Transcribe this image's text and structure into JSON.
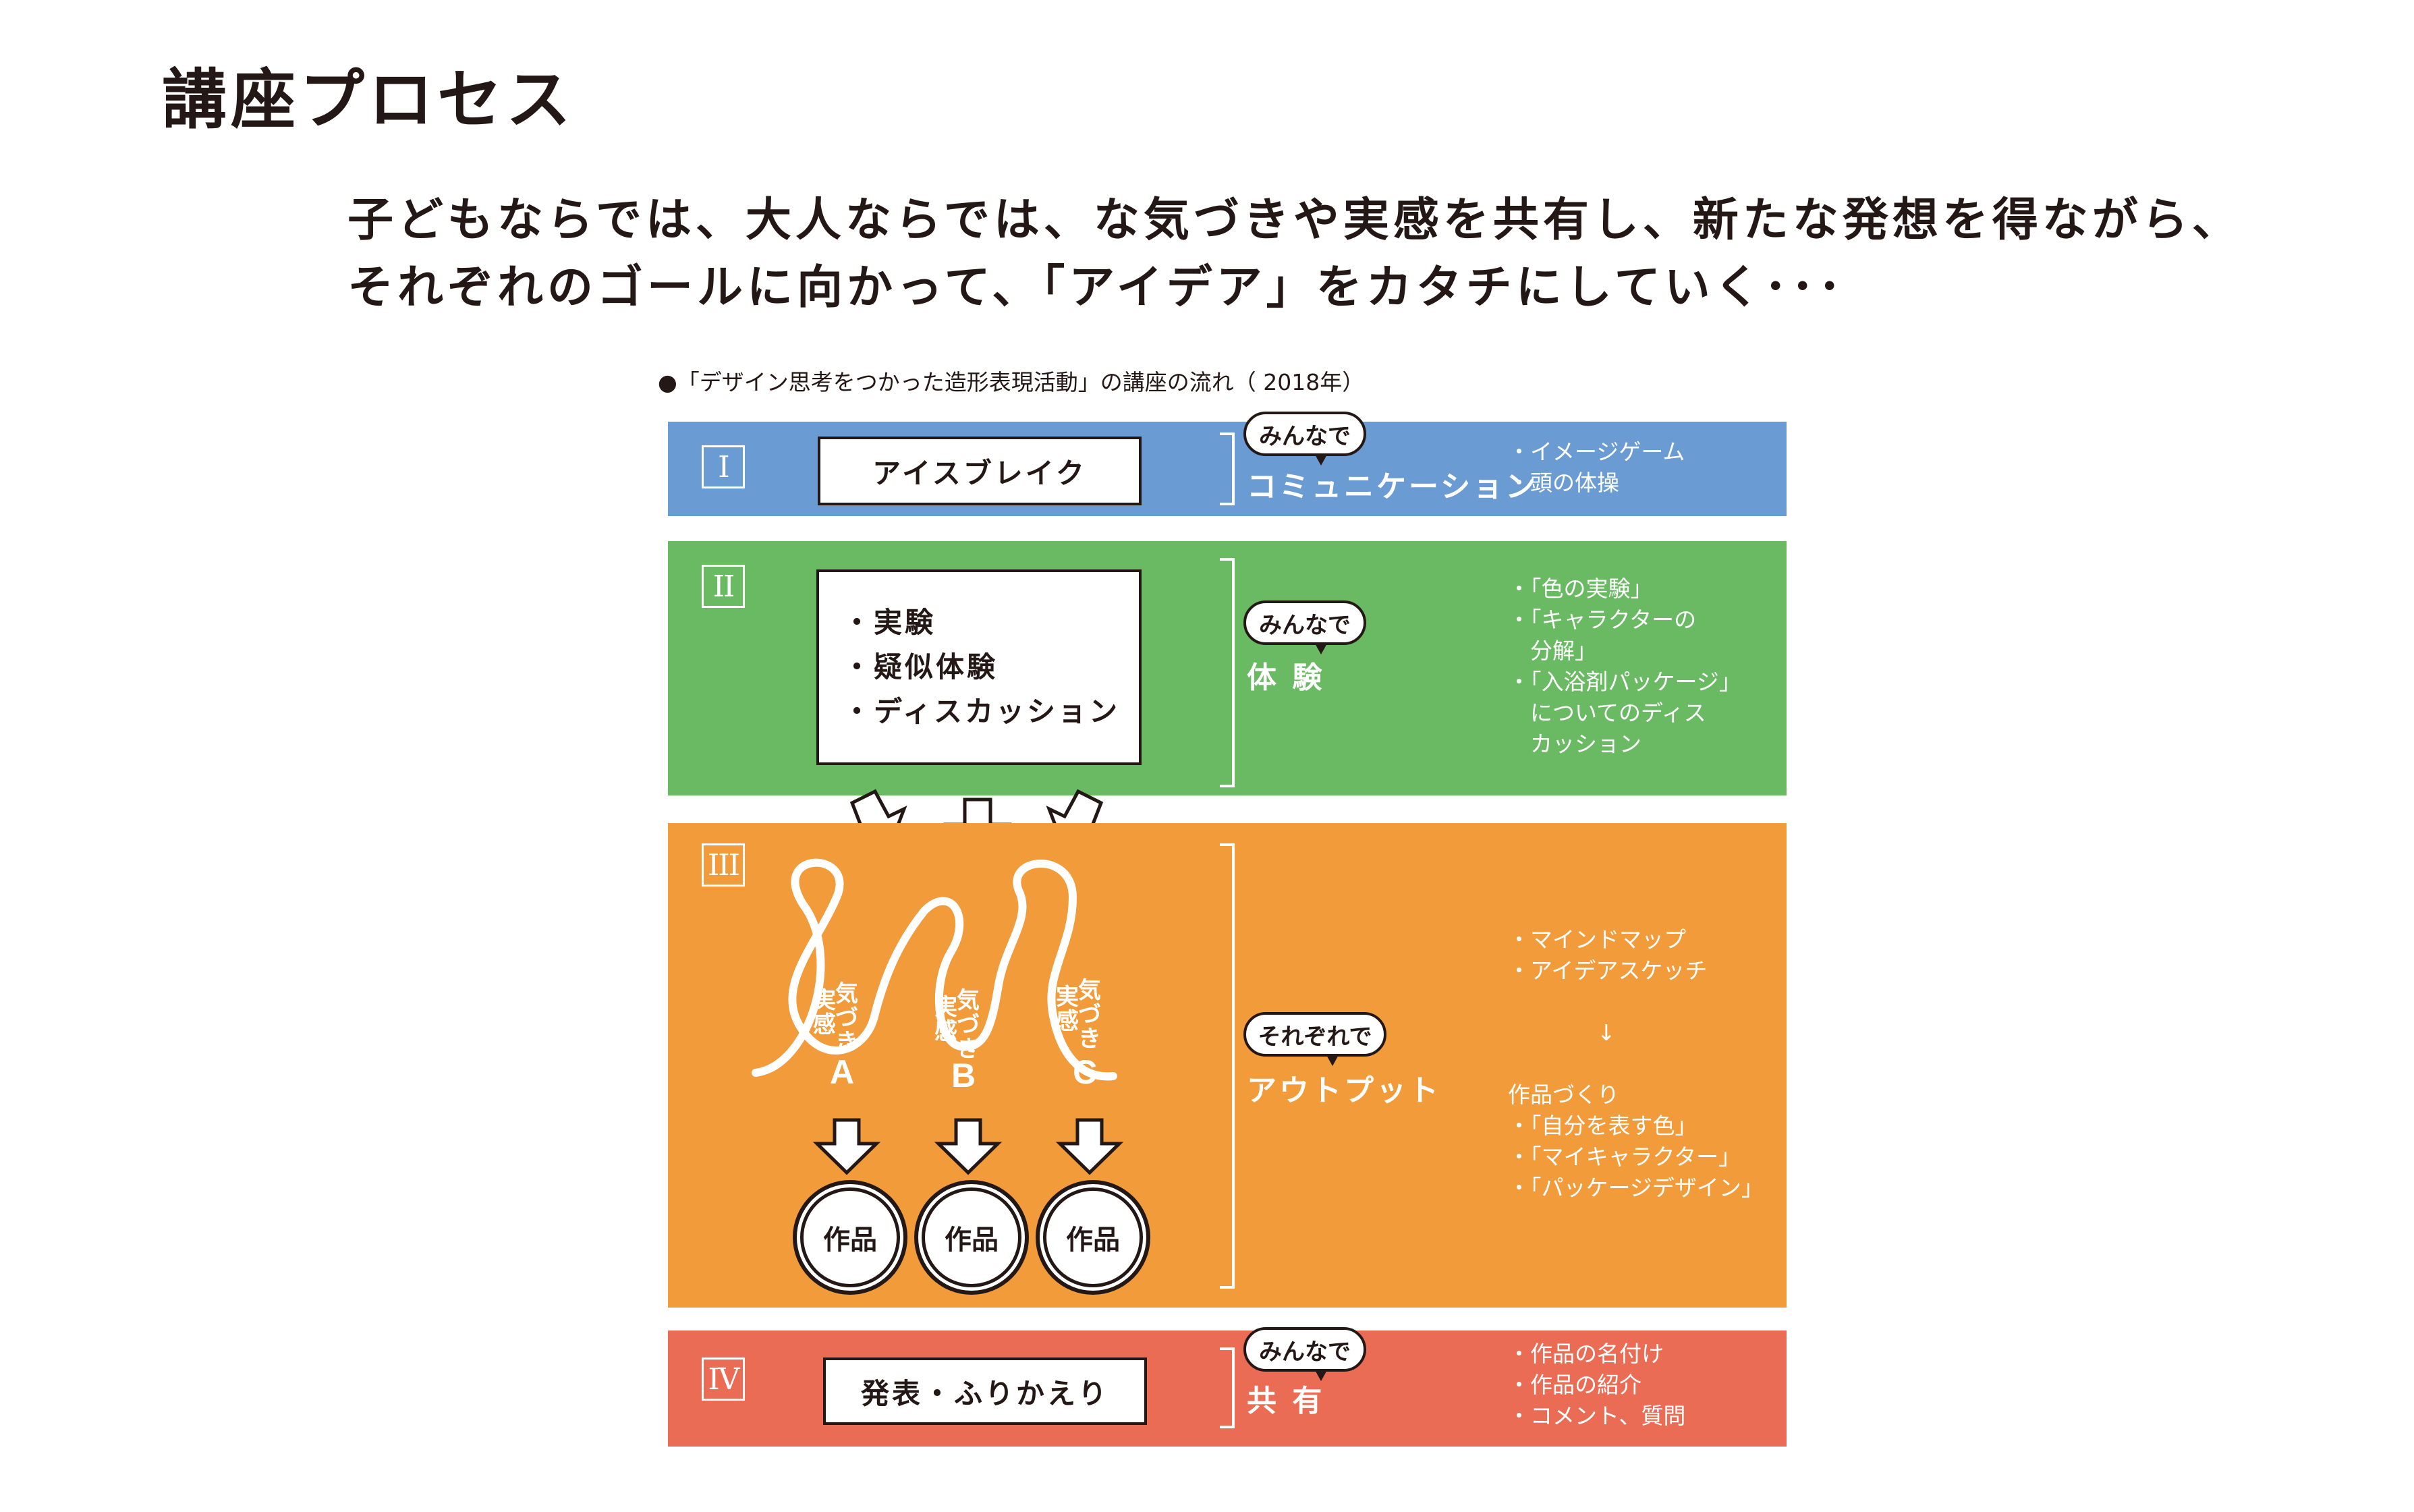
{
  "title": "講座プロセス",
  "lead": {
    "line1": "子どもならでは、大人ならでは、な気づきや実感を共有し、新たな発想を得ながら、",
    "line2": "それぞれのゴールに向かって、「アイデア」をカタチにしていく･･･"
  },
  "caption": "●「デザイン思考をつかった造形表現活動」の講座の流れ（ 2018年）",
  "colors": {
    "blue": "#6a9bd2",
    "green": "#69ba63",
    "orange": "#f29b3b",
    "red": "#ea6c55",
    "ink": "#231815"
  },
  "phases": [
    {
      "numeral": "I",
      "box": "アイスブレイク",
      "bubble": "みんなで",
      "category": "コミュニケーション",
      "notes": "・イメージゲーム\n・頭の体操"
    },
    {
      "numeral": "II",
      "box_items": [
        "・実験",
        "・疑似体験",
        "・ディスカッション"
      ],
      "bubble": "みんなで",
      "category": "体 験",
      "notes": "・「色の実験」\n・「キャラクターの\n　分解」\n・「入浴剤パッケージ」\n　についてのディス\n　カッション"
    },
    {
      "numeral": "III",
      "loops": [
        {
          "label": "気づき",
          "label2": "実感",
          "letter": "A"
        },
        {
          "label": "気づき",
          "label2": "実感",
          "letter": "B"
        },
        {
          "label": "気づき",
          "label2": "実感",
          "letter": "C"
        }
      ],
      "works": [
        "作品",
        "作品",
        "作品"
      ],
      "bubble": "それぞれで",
      "category": "アウトプット",
      "notes": "・マインドマップ\n・アイデアスケッチ\n\n　　　　↓\n\n作品づくり\n・「自分を表す色」\n・「マイキャラクター」\n・「パッケージデザイン」"
    },
    {
      "numeral": "IV",
      "box": "発表・ふりかえり",
      "bubble": "みんなで",
      "category": "共 有",
      "notes": "・作品の名付け\n・作品の紹介\n・コメント、質問"
    }
  ]
}
